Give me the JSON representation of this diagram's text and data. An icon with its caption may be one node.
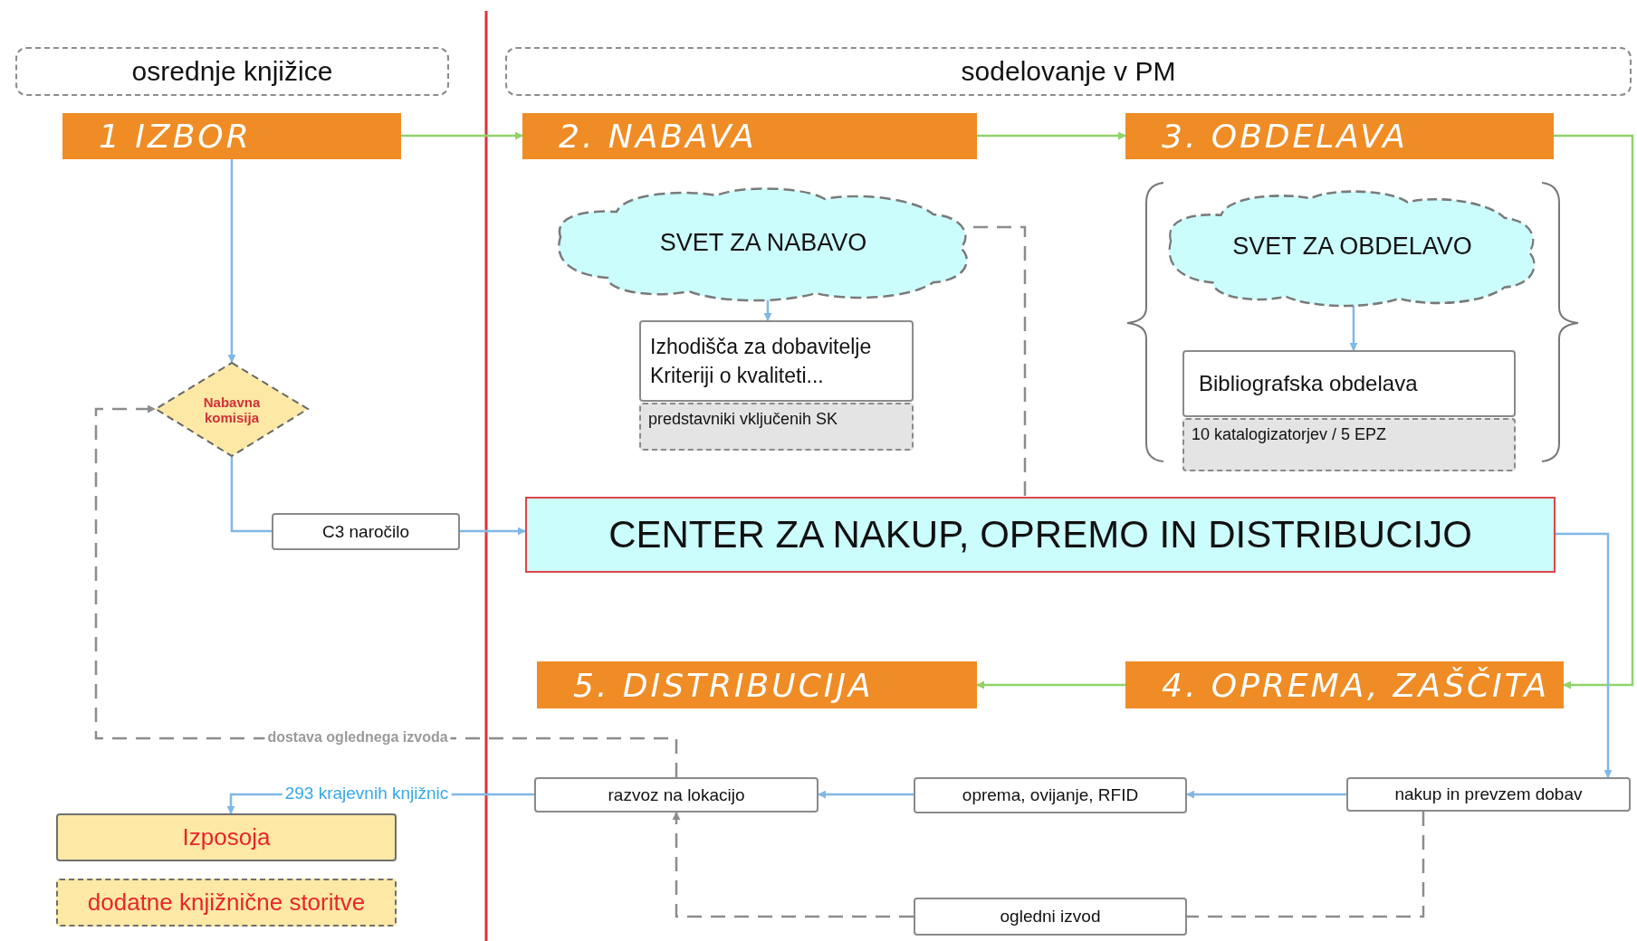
{
  "diagram": {
    "nodes": [
      {
        "text": [
          "osrednje knjižice"
        ]
      },
      {
        "text": [
          "sodelovanje v PM"
        ]
      },
      {
        "text": [
          "1 IZBOR"
        ]
      },
      {
        "text": [
          "2. NABAVA"
        ]
      },
      {
        "text": [
          "3. OBDELAVA"
        ]
      },
      {
        "text": [
          "SVET ZA NABAVO"
        ]
      },
      {
        "text": [
          "Izhodišča za dobavitelje",
          "Kriteriji o kvaliteti..."
        ]
      },
      {
        "text": [
          "predstavniki vključenih SK"
        ]
      },
      {
        "text": [
          "SVET ZA OBDELAVO"
        ]
      },
      {
        "text": [
          "Bibliografska obdelava"
        ]
      },
      {
        "text": [
          "10 katalogizatorjev / 5 EPZ"
        ]
      },
      {
        "text": [
          "Nabavna komisija"
        ]
      },
      {
        "text": [
          "C3 naročilo"
        ]
      },
      {
        "text": [
          "CENTER ZA NAKUP, OPREMO IN DISTRIBUCIJO"
        ]
      },
      {
        "text": [
          "5. DISTRIBUCIJA"
        ]
      },
      {
        "text": [
          "4. OPREMA, ZAŠČITA"
        ]
      },
      {
        "text": [
          "razvoz na lokacijo"
        ]
      },
      {
        "text": [
          "oprema, ovijanje, RFID"
        ]
      },
      {
        "text": [
          "nakup in prevzem dobav"
        ]
      },
      {
        "text": [
          "ogledni izvod"
        ]
      },
      {
        "text": [
          "Izposoja"
        ]
      },
      {
        "text": [
          "dodatne knjižnične storitve"
        ]
      }
    ],
    "edges": [
      {
        "from": 2,
        "to": 3,
        "arrow": "to",
        "color": "#8fd36a"
      },
      {
        "from": 3,
        "to": 4,
        "arrow": "to",
        "color": "#8fd36a"
      },
      {
        "from": 4,
        "to": 15,
        "arrow": "to",
        "color": "#8fd36a"
      },
      {
        "from": 15,
        "to": 14,
        "arrow": "to",
        "color": "#8fd36a"
      },
      {
        "from": 2,
        "to": 11,
        "arrow": "to"
      },
      {
        "from": 11,
        "to": 12,
        "arrow": "none"
      },
      {
        "from": 12,
        "to": 13,
        "arrow": "to"
      },
      {
        "from": 5,
        "to": 6,
        "arrow": "to"
      },
      {
        "from": 8,
        "to": 9,
        "arrow": "to"
      },
      {
        "from": 5,
        "to": 13,
        "arrow": "none",
        "style": "dashed",
        "color": "#8c8c8c"
      },
      {
        "from": 13,
        "to": 18,
        "arrow": "to"
      },
      {
        "from": 18,
        "to": 17,
        "arrow": "to"
      },
      {
        "from": 17,
        "to": 16,
        "arrow": "to"
      },
      {
        "from": 16,
        "to": 20,
        "arrow": "to",
        "label": "293 krajevnih knjižnic"
      },
      {
        "from": 18,
        "to": 19,
        "arrow": "none",
        "style": "dashed",
        "color": "#8c8c8c"
      },
      {
        "from": 19,
        "to": 16,
        "arrow": "to",
        "style": "dashed",
        "color": "#8c8c8c"
      },
      {
        "from": 16,
        "to": 11,
        "arrow": "to",
        "style": "dashed",
        "color": "#8c8c8c",
        "label": "dostava oglednega izvoda"
      }
    ]
  }
}
